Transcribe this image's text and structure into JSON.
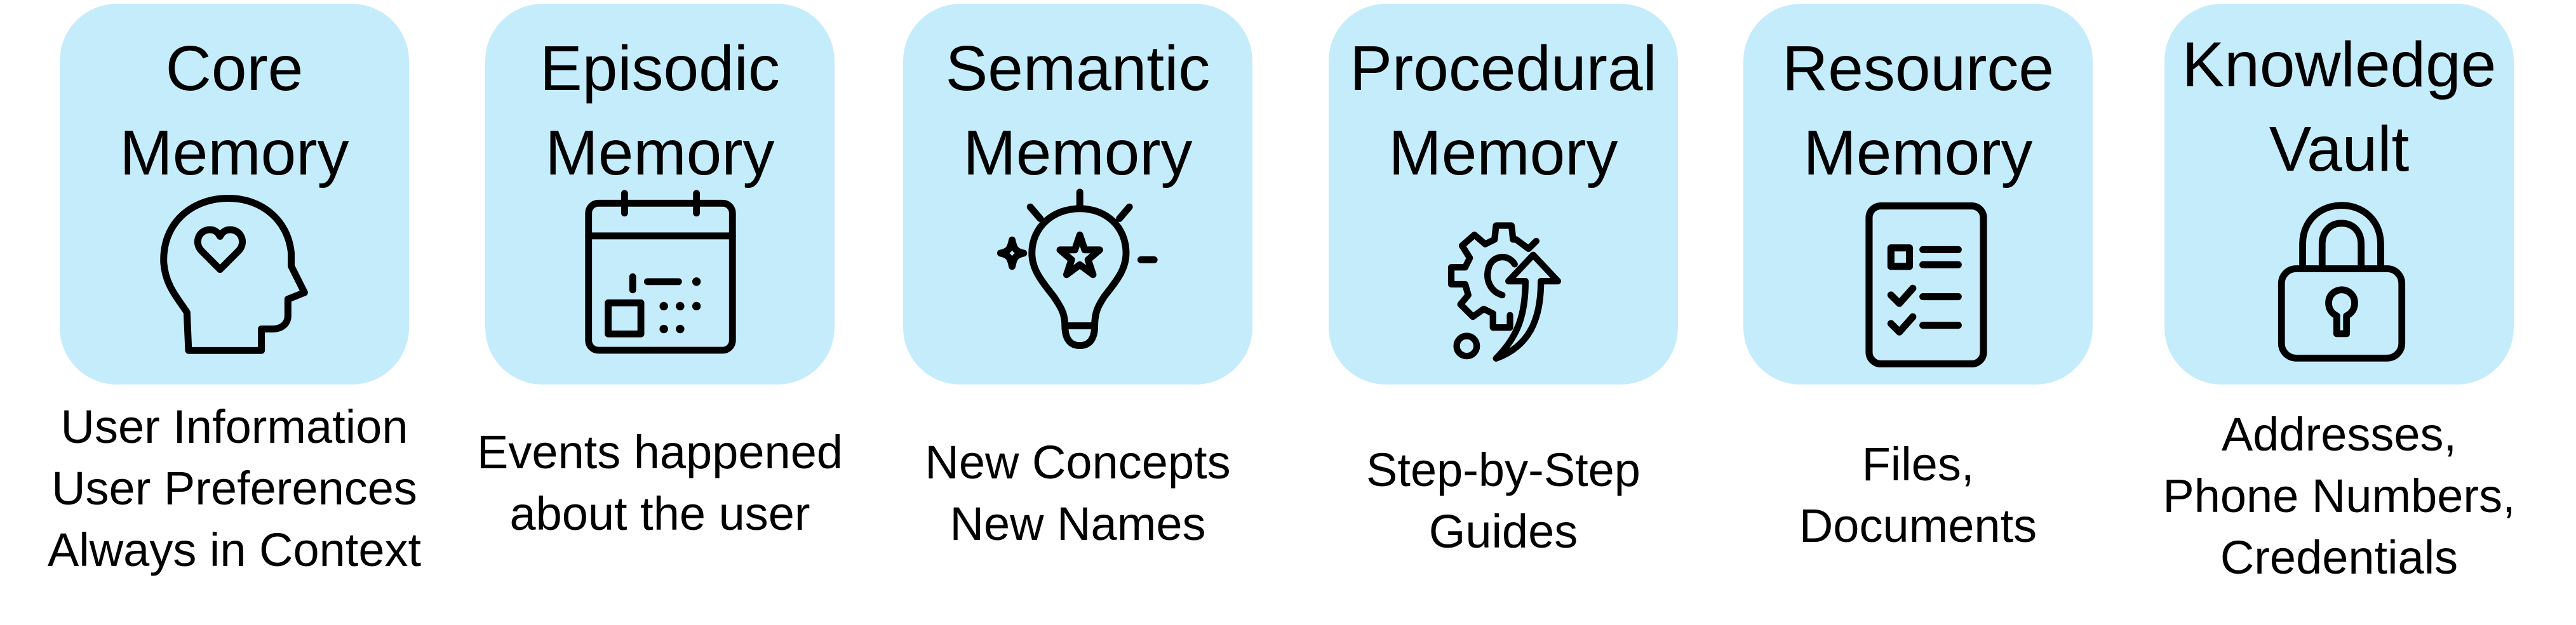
{
  "diagram": {
    "card_color": "#C5ECFA",
    "memory_types": [
      {
        "title_lines": [
          "Core",
          "Memory"
        ],
        "icon": "head-heart-icon",
        "description_lines": [
          "User Information",
          "User Preferences",
          "Always in Context"
        ]
      },
      {
        "title_lines": [
          "Episodic",
          "Memory"
        ],
        "icon": "calendar-icon",
        "description_lines": [
          "Events happened",
          "about the user"
        ]
      },
      {
        "title_lines": [
          "Semantic",
          "Memory"
        ],
        "icon": "lightbulb-star-icon",
        "description_lines": [
          "New Concepts",
          "New Names"
        ]
      },
      {
        "title_lines": [
          "Procedural",
          "Memory"
        ],
        "icon": "gear-arrow-icon",
        "description_lines": [
          "Step-by-Step",
          "Guides"
        ]
      },
      {
        "title_lines": [
          "Resource",
          "Memory"
        ],
        "icon": "checklist-document-icon",
        "description_lines": [
          "Files,",
          "Documents"
        ]
      },
      {
        "title_lines": [
          "Knowledge",
          "Vault"
        ],
        "icon": "padlock-icon",
        "description_lines": [
          "Addresses,",
          "Phone Numbers,",
          "Credentials"
        ]
      }
    ]
  }
}
